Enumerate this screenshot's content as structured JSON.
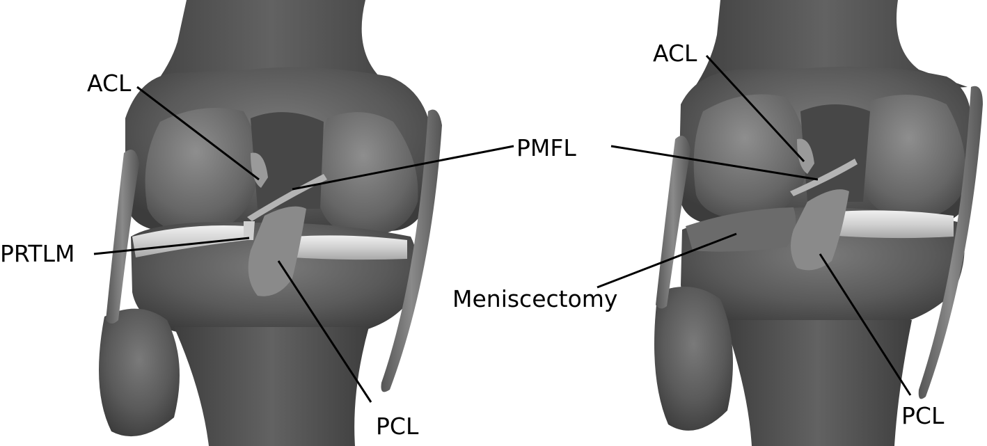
{
  "left_panel": {
    "labels": {
      "acl": "ACL",
      "prtlm": "PRTLM",
      "pcl": "PCL"
    }
  },
  "center": {
    "pmfl": "PMFL",
    "meniscectomy": "Meniscectomy"
  },
  "right_panel": {
    "labels": {
      "acl": "ACL",
      "pcl": "PCL"
    }
  },
  "colors": {
    "bone_dark": "#4a4a4a",
    "bone_mid": "#6e6e6e",
    "bone_light": "#8c8c8c",
    "meniscus": "#d9d9d9",
    "ligament": "#8a8a8a",
    "leader_line": "#000000"
  }
}
